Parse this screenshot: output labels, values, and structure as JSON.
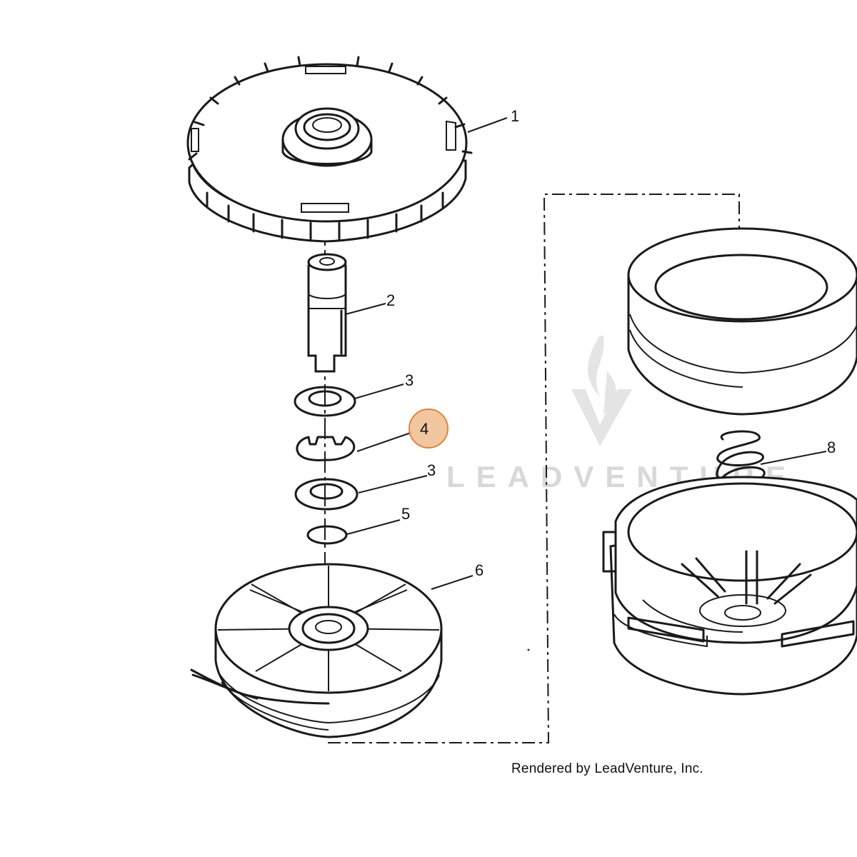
{
  "callouts": {
    "p1": "1",
    "p2": "2",
    "p3a": "3",
    "p4": "4",
    "p3b": "3",
    "p5": "5",
    "p6": "6",
    "p8": "8"
  },
  "highlighted_part": "4",
  "watermark": "LEADVENTURE",
  "credit": "Rendered by LeadVenture, Inc.",
  "colors": {
    "highlight_fill": "#f2c49a",
    "highlight_stroke": "#d9803a",
    "line": "#1a1a1a",
    "watermark": "#d4d4d4"
  }
}
